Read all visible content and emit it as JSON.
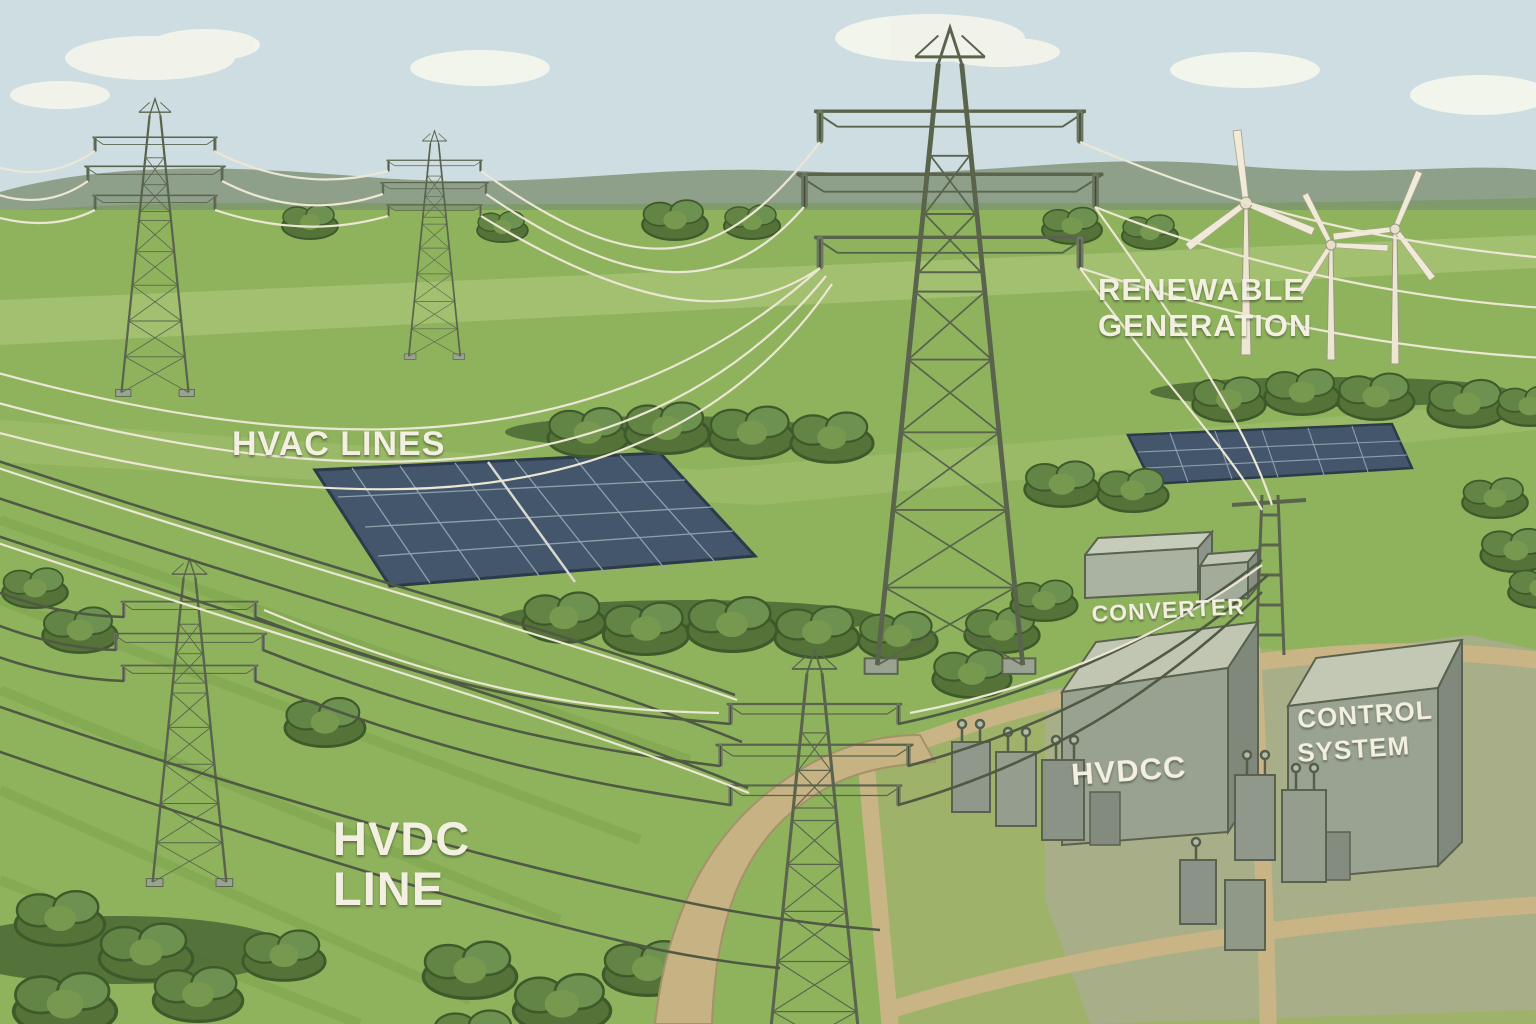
{
  "labels": {
    "hvac_lines": "HVAC LINES",
    "hvdc_line_top": "HVDC",
    "hvdc_line_bottom": "LINE",
    "renewable_top": "RENEWABLE",
    "renewable_bottom": "GENERATION",
    "converter": "CONVERTER",
    "hvdcc": "HVDCC",
    "control_top": "CONTROL",
    "control_bottom": "SYSTEM"
  },
  "colors": {
    "sky": "#cddde1",
    "cloud": "#f3f5ec",
    "hills_far": "#8ea08a",
    "hills_near": "#7f9a6b",
    "field": "#8fb35d",
    "field_light": "#a6c273",
    "tree_dark": "#557339",
    "tower_metal": "#5a644d",
    "wire_light": "#ece7d4",
    "wire_dark": "#4f5943",
    "solar_panel": "#44566b",
    "road": "#c9b486",
    "building_front": "#99a291",
    "building_top": "#c0c6b2",
    "building_side": "#7f887a",
    "label_text": "#f3f0e2"
  }
}
